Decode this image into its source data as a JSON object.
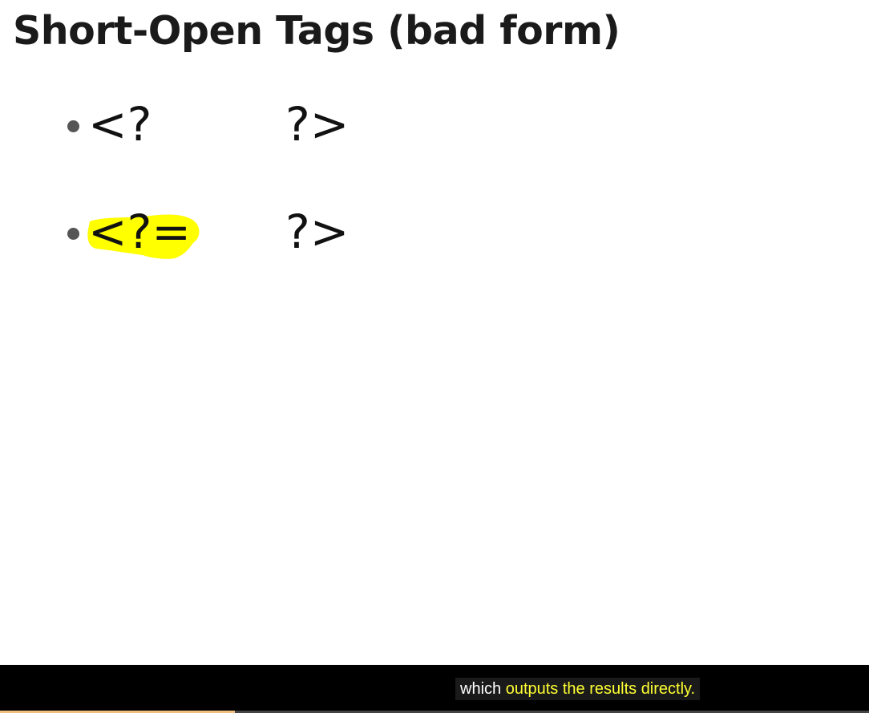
{
  "slide": {
    "title": "Short-Open Tags (bad form)",
    "bullets": [
      {
        "open": "<?",
        "close": "?>",
        "highlighted": false
      },
      {
        "open": "<?=",
        "close": "?>",
        "highlighted": true
      }
    ],
    "highlight_color": "#ffff00"
  },
  "caption": {
    "segments": [
      {
        "text": "which",
        "color": "#ffffff"
      },
      {
        "text": "outputs the results directly.",
        "color": "#ffff33"
      }
    ]
  },
  "player": {
    "progress_fraction": 0.27,
    "progress_color": "#f0c080"
  }
}
